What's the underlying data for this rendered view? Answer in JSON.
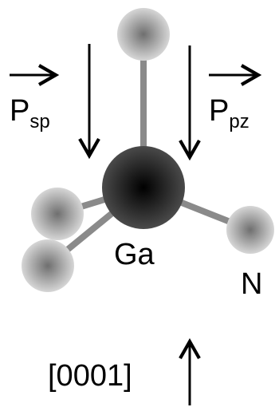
{
  "labels": {
    "p_sp_main": "P",
    "p_sp_sub": "sp",
    "p_pz_main": "P",
    "p_pz_sub": "pz",
    "ga": "Ga",
    "n": "N",
    "direction": "[0001]"
  },
  "colors": {
    "bond": "#8a8a8a",
    "arrow": "#000000",
    "ga_center": "#000000",
    "ga_edge": "#4a4a4a",
    "n_center": "#7a7a7a",
    "n_edge": "#d2d2d2"
  }
}
